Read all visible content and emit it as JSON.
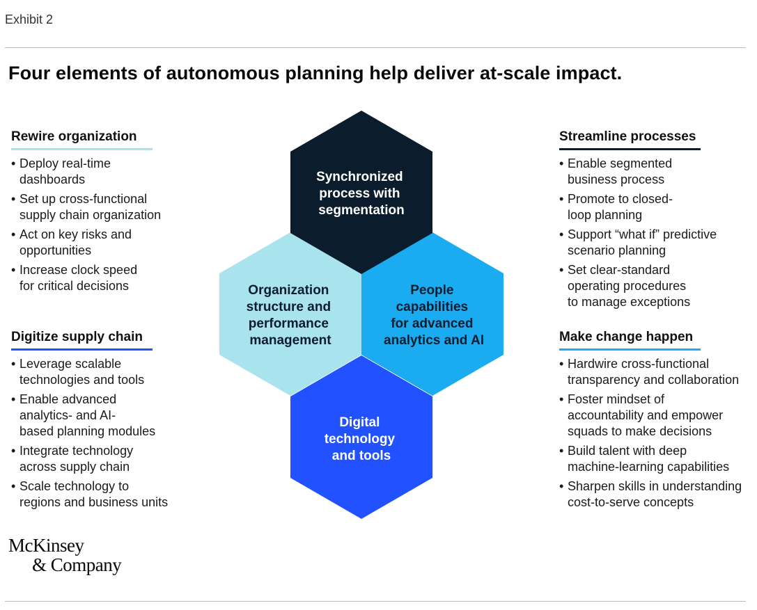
{
  "exhibit_label": "Exhibit 2",
  "title": "Four elements of autonomous planning help deliver at-scale impact.",
  "colors": {
    "navy": "#0b1c2c",
    "light_cyan": "#a9e3ee",
    "sky_blue": "#1aabf0",
    "royal_blue": "#2251ff",
    "underline_light": "#a9e3ee",
    "underline_blue": "#2251ff",
    "underline_navy": "#0b1c2c"
  },
  "sections": {
    "rewire": {
      "heading": "Rewire organization",
      "items": [
        [
          "Deploy real-time",
          "dashboards"
        ],
        [
          "Set up cross-functional",
          "supply chain organization"
        ],
        [
          "Act on key risks and",
          "opportunities"
        ],
        [
          "Increase clock speed",
          "for critical decisions"
        ]
      ]
    },
    "digitize": {
      "heading": "Digitize supply chain",
      "items": [
        [
          "Leverage scalable",
          "technologies and tools"
        ],
        [
          "Enable advanced",
          "analytics- and AI-",
          "based planning modules"
        ],
        [
          "Integrate technology",
          "across supply chain"
        ],
        [
          "Scale technology to",
          "regions and business units"
        ]
      ]
    },
    "streamline": {
      "heading": "Streamline processes",
      "items": [
        [
          "Enable segmented",
          "business process"
        ],
        [
          "Promote to closed-",
          "loop planning"
        ],
        [
          "Support “what if” predictive",
          "scenario planning"
        ],
        [
          "Set clear-standard",
          "operating procedures",
          "to manage exceptions"
        ]
      ]
    },
    "change": {
      "heading": "Make change happen",
      "items": [
        [
          "Hardwire cross-functional",
          "transparency and collaboration"
        ],
        [
          "Foster mindset of",
          "accountability and empower",
          "squads to make decisions"
        ],
        [
          "Build talent with deep",
          "machine-learning capabilities"
        ],
        [
          "Sharpen skills in understanding",
          "cost-to-serve concepts"
        ]
      ]
    }
  },
  "hexagons": {
    "top": {
      "lines": [
        "Synchronized",
        "process with",
        "segmentation"
      ]
    },
    "left": {
      "lines": [
        "Organization",
        "structure and",
        "performance",
        "management"
      ]
    },
    "right": {
      "lines": [
        "People",
        "capabilities",
        "for advanced",
        "analytics and AI"
      ]
    },
    "bottom": {
      "lines": [
        "Digital",
        "technology",
        "and tools"
      ]
    }
  },
  "logo": {
    "line1": "McKinsey",
    "line2": "& Company"
  }
}
